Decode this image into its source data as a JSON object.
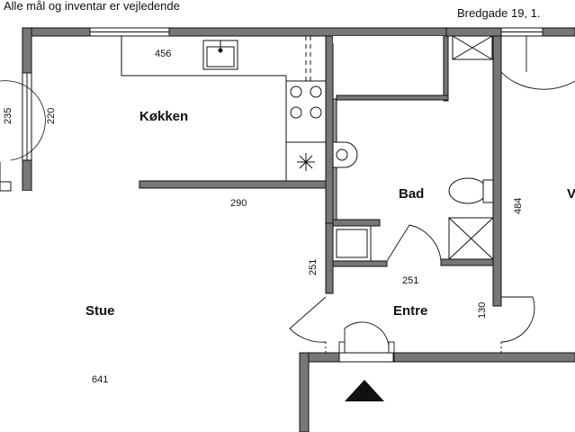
{
  "header": {
    "note": "Alle mål og inventar er vejledende",
    "address": "Bredgade 19, 1."
  },
  "rooms": {
    "kitchen": "Køkken",
    "bath": "Bad",
    "living": "Stue",
    "entry": "Entre",
    "right_partial": "V"
  },
  "dimensions": {
    "kitchen_counter": "456",
    "window_left_a": "235",
    "window_left_b": "220",
    "kitchen_wall": "290",
    "stue_wall": "251",
    "entre_width": "251",
    "bath_depth": "484",
    "entre_depth": "130",
    "stue_width": "641"
  },
  "icons": {
    "entrance": "entrance-arrow-icon",
    "sink": "sink-icon",
    "stove": "stove-icon",
    "toilet": "toilet-icon",
    "shower": "shower-icon"
  }
}
